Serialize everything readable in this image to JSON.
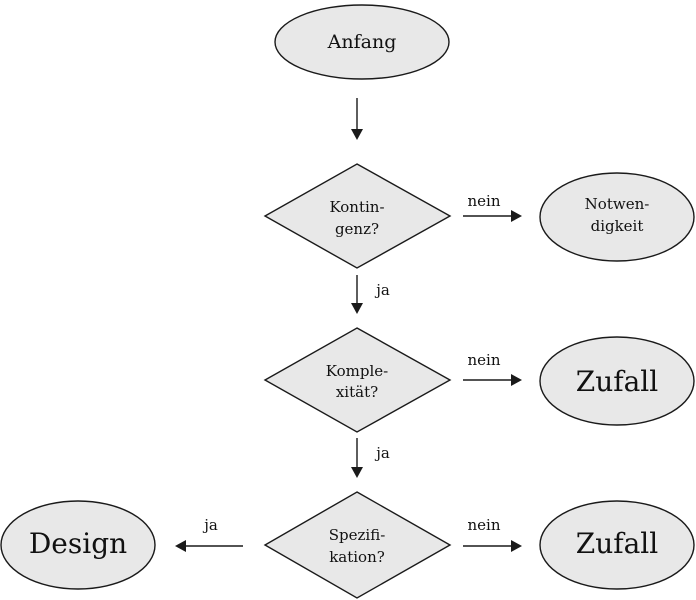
{
  "nodes": {
    "start": "Anfang",
    "q1": [
      "Kontin-",
      "genz?"
    ],
    "q2": [
      "Komple-",
      "xität?"
    ],
    "q3": [
      "Spezifi-",
      "kation?"
    ],
    "out_necessity": [
      "Notwen-",
      "digkeit"
    ],
    "out_chance_1": "Zufall",
    "out_chance_2": "Zufall",
    "out_design": "Design"
  },
  "edges": {
    "q1_no": "nein",
    "q1_yes": "ja",
    "q2_no": "nein",
    "q2_yes": "ja",
    "q3_no": "nein",
    "q3_yes": "ja"
  },
  "colors": {
    "fill": "#e8e8e8",
    "stroke": "#1a1a1a"
  }
}
